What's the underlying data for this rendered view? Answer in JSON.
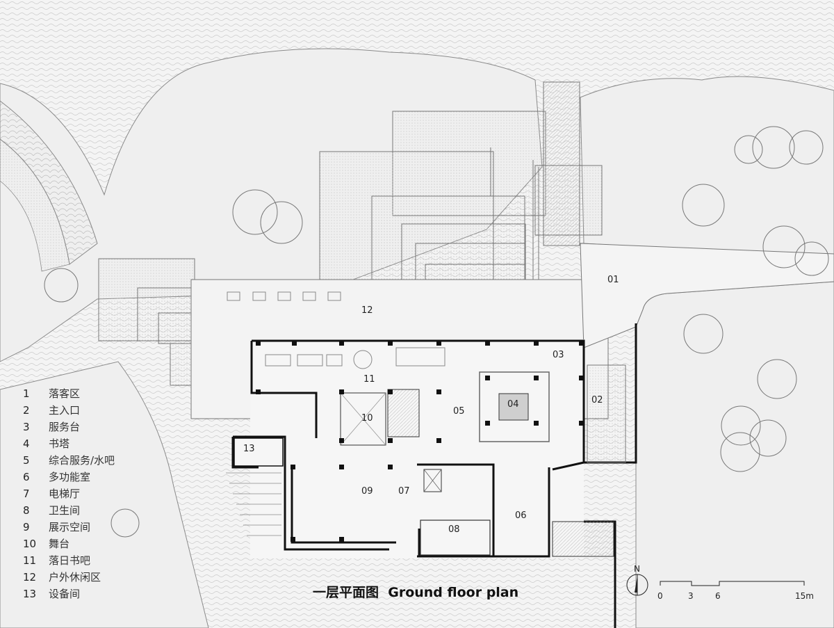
{
  "rooms": {
    "r01": "01",
    "r02": "02",
    "r03": "03",
    "r04": "04",
    "r05": "05",
    "r06": "06",
    "r07": "07",
    "r08": "08",
    "r09": "09",
    "r10": "10",
    "r11": "11",
    "r12": "12",
    "r13": "13"
  },
  "legend": [
    {
      "num": "1",
      "text": "落客区"
    },
    {
      "num": "2",
      "text": "主入口"
    },
    {
      "num": "3",
      "text": "服务台"
    },
    {
      "num": "4",
      "text": "书塔"
    },
    {
      "num": "5",
      "text": "综合服务/水吧"
    },
    {
      "num": "6",
      "text": "多功能室"
    },
    {
      "num": "7",
      "text": "电梯厅"
    },
    {
      "num": "8",
      "text": "卫生间"
    },
    {
      "num": "9",
      "text": "展示空间"
    },
    {
      "num": "10",
      "text": "舞台"
    },
    {
      "num": "11",
      "text": "落日书吧"
    },
    {
      "num": "12",
      "text": "户外休闲区"
    },
    {
      "num": "13",
      "text": "设备间"
    }
  ],
  "title": "一层平面图  Ground floor plan",
  "north": "N",
  "scale": {
    "t0": "0",
    "t1": "3",
    "t2": "6",
    "t3": "15m"
  },
  "colors": {
    "background": "#f4f4f4",
    "line": "#777777",
    "wall": "#111111",
    "ground": "#ececec"
  }
}
